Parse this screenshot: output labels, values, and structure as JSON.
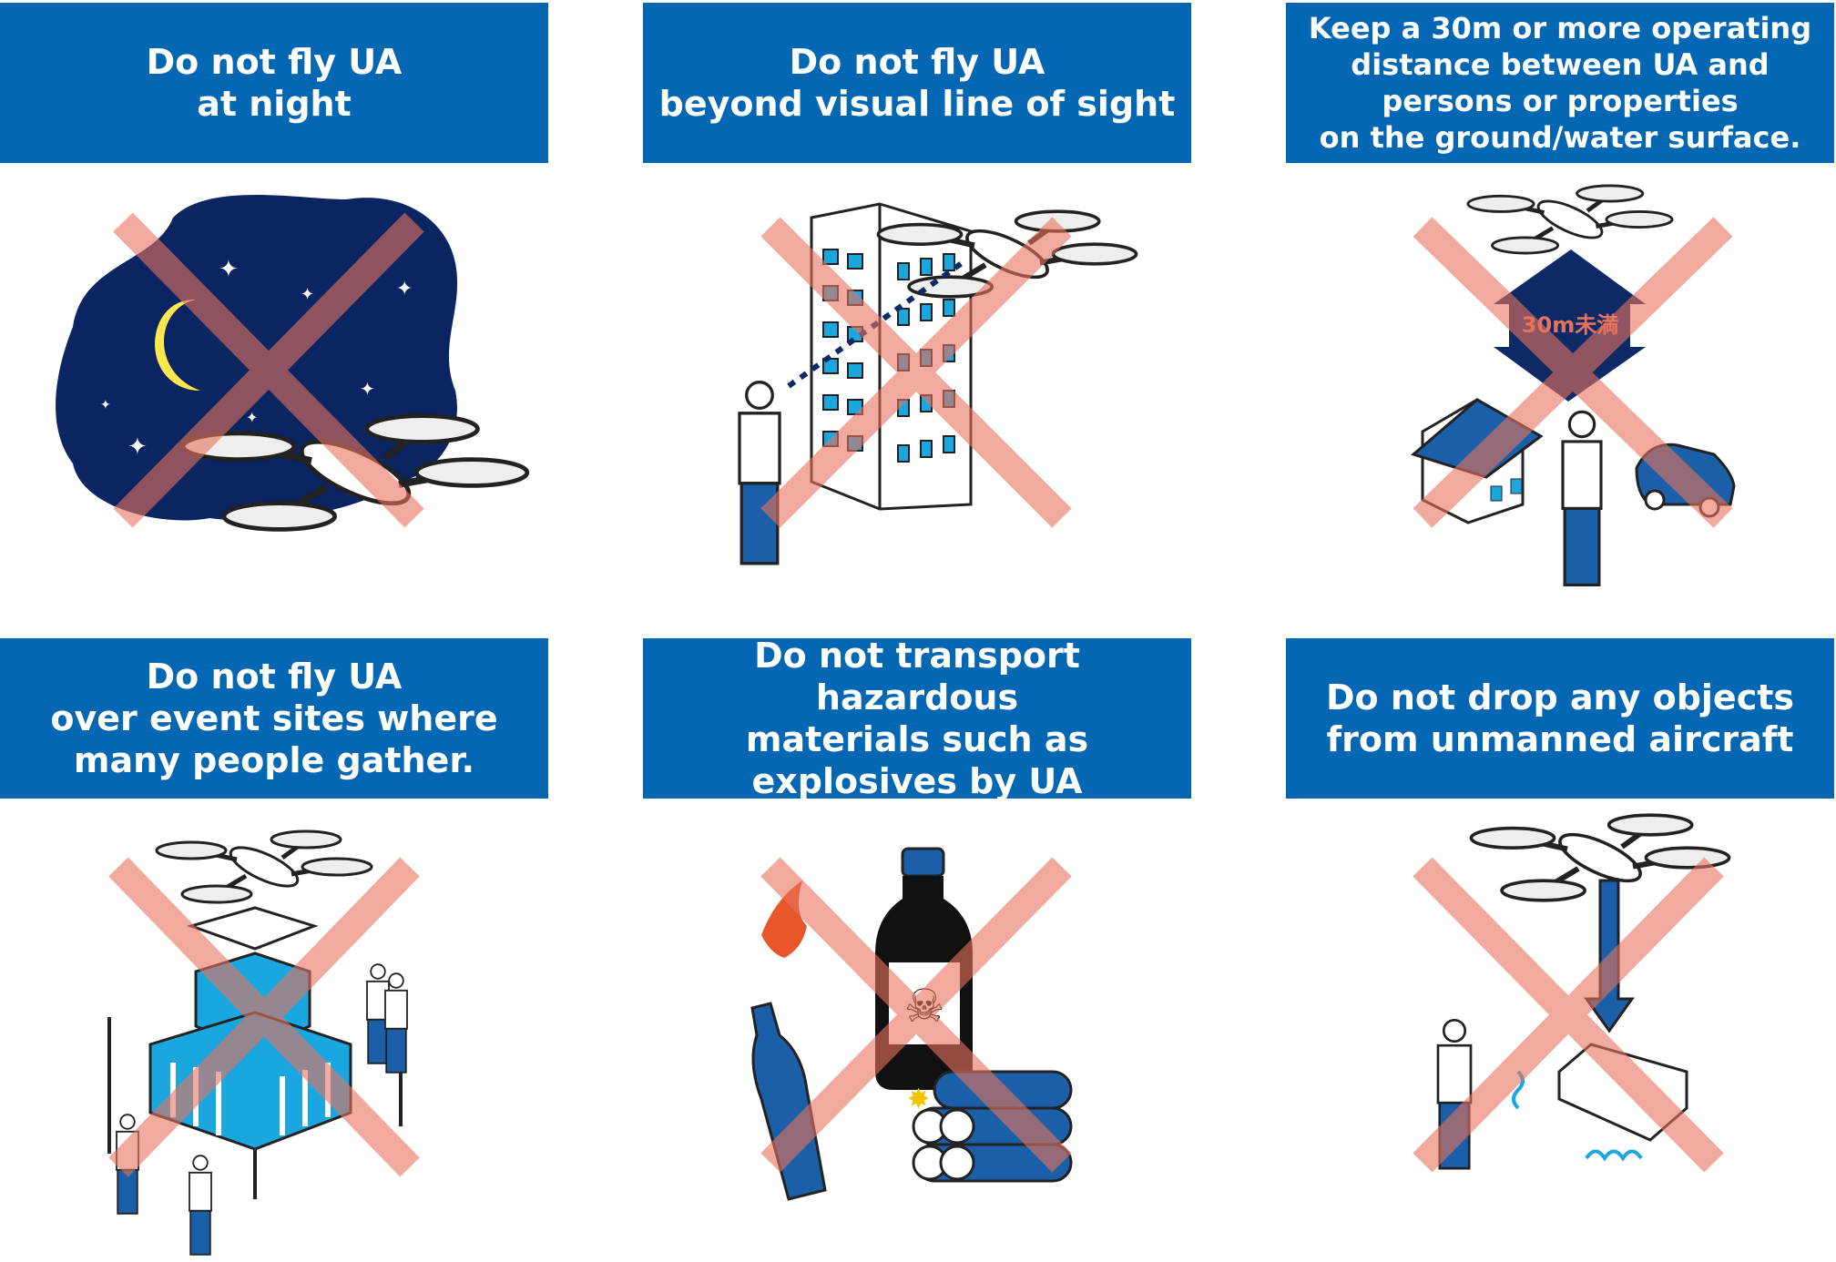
{
  "panels": [
    {
      "id": "night",
      "title_lines": [
        "Do not fly UA",
        "at night"
      ]
    },
    {
      "id": "visual-line-of-sight",
      "title_lines": [
        "Do not fly UA",
        "beyond visual line of sight"
      ]
    },
    {
      "id": "distance",
      "title_lines": [
        "Keep a 30m or more operating",
        "distance between UA and",
        "persons or properties",
        "on the ground/water surface."
      ],
      "arrow_label": "30m未満"
    },
    {
      "id": "event-sites",
      "title_lines": [
        "Do not fly UA",
        "over event sites where",
        "many people gather."
      ]
    },
    {
      "id": "hazardous",
      "title_lines": [
        "Do not transport hazardous",
        "materials such as",
        "explosives by UA"
      ]
    },
    {
      "id": "drop-objects",
      "title_lines": [
        "Do not drop any objects",
        "from unmanned aircraft"
      ]
    }
  ],
  "colors": {
    "header": "#0467b4",
    "cross": "#e8735d",
    "night": "#0b2563",
    "navy": "#0d2a66",
    "blue": "#1a5fa8",
    "cyan": "#1aa7e0"
  }
}
